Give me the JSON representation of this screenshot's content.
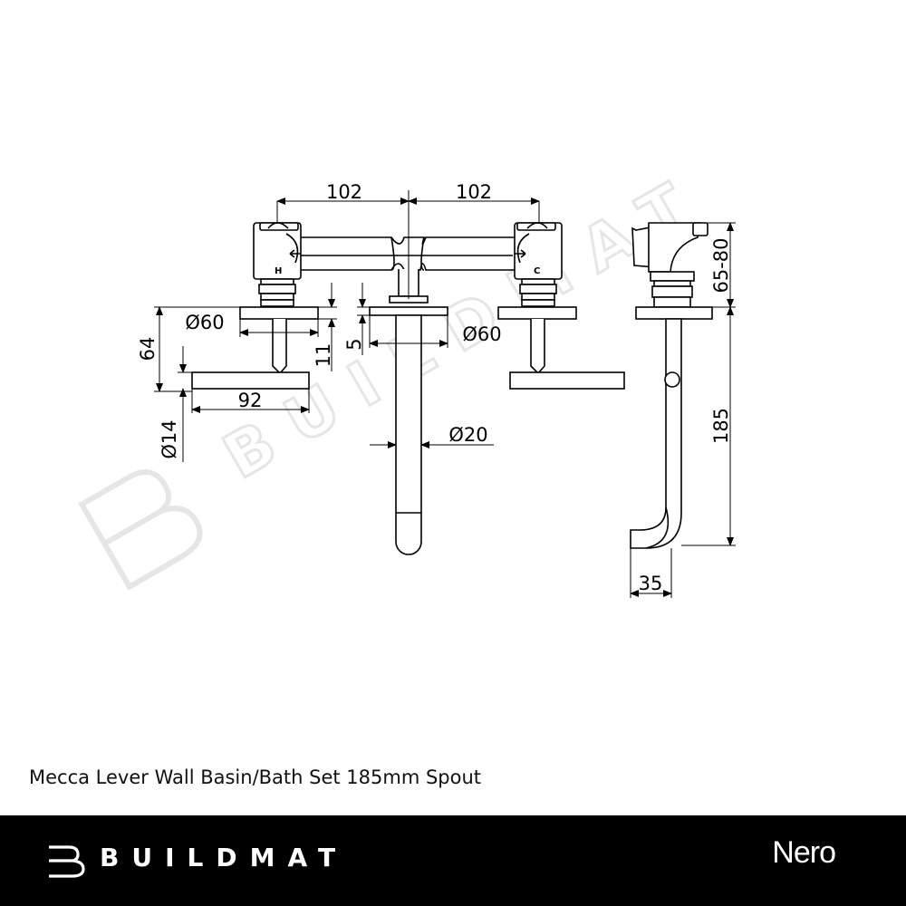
{
  "watermark": {
    "text": "BUILDMAT"
  },
  "dimensions": {
    "left_span": "102",
    "right_span": "102",
    "height_range": "65-80",
    "plate_dia_left": "Ø60",
    "plate_dia_center": "Ø60",
    "body_height": "64",
    "plate_thickness": "11",
    "spout_offset": "5",
    "lever_length": "92",
    "lever_dia": "Ø14",
    "spout_dia": "Ø20",
    "spout_reach": "185",
    "spout_tip": "35",
    "hot_mark": "H",
    "cold_mark": "C"
  },
  "product": {
    "title": "Mecca Lever Wall Basin/Bath Set 185mm Spout"
  },
  "footer": {
    "brand": "BUILDMAT",
    "partner": "Nero"
  }
}
